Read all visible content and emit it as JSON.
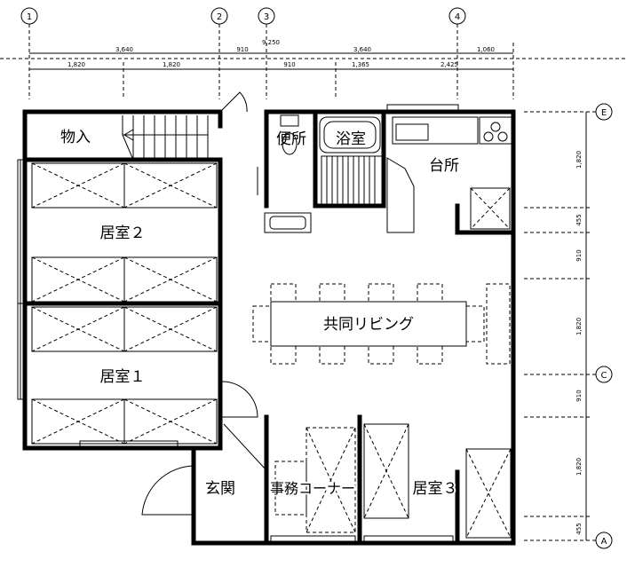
{
  "rooms": {
    "storage": "物入",
    "toilet": "便所",
    "bath": "浴室",
    "kitchen": "台所",
    "room2": "居室２",
    "living": "共同リビング",
    "room1": "居室１",
    "entrance": "玄関",
    "office": "事務コーナー",
    "room3": "居室３"
  },
  "grid_top": [
    "1",
    "2",
    "3",
    "4"
  ],
  "grid_right": [
    "E",
    "C",
    "A"
  ],
  "dims_top": {
    "total": "9,250",
    "row1": [
      "3,640",
      "910",
      "3,640",
      "1,060"
    ],
    "row2": [
      "1,820",
      "1,820",
      "910",
      "1,365",
      "2,425"
    ]
  },
  "dims_right": [
    "1,820",
    "455",
    "910",
    "1,820",
    "910",
    "1,820",
    "455"
  ]
}
